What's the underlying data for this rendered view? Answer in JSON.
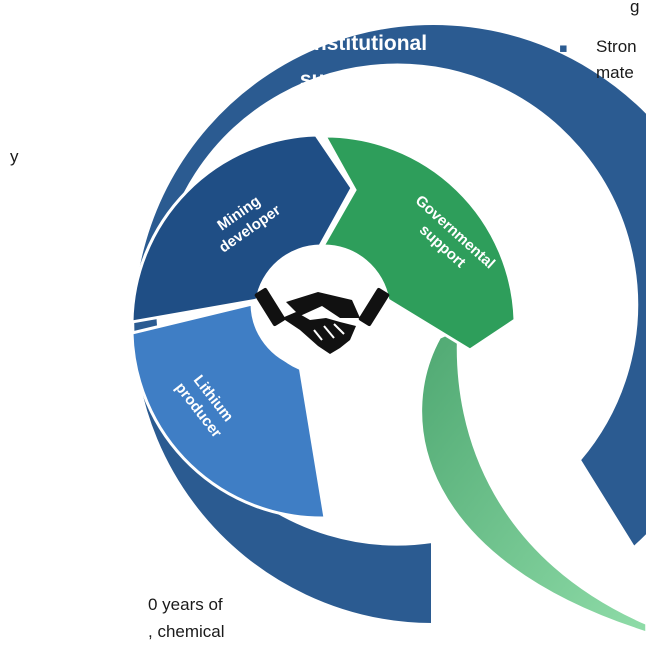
{
  "outer_ring": {
    "title_line1": "Solid institutional",
    "title_line2": "support",
    "color": "#2B5B91"
  },
  "segments": [
    {
      "line1": "Mining",
      "line2": "developer",
      "color": "#1F4E85"
    },
    {
      "line1": "Governmental",
      "line2": "support",
      "color": "#2E9E5B"
    },
    {
      "line1": "Lithium",
      "line2": "producer",
      "color": "#3F7EC5"
    }
  ],
  "center_icon": "handshake-icon",
  "side_text": {
    "top_right_fragment": "g",
    "right_bullet": "▪",
    "right_line1": "Stron",
    "right_line2": "mate",
    "left_fragment": "y",
    "bottom_line1": "0 years of",
    "bottom_line2": ", chemical"
  },
  "tail_color": "#5FB07F"
}
